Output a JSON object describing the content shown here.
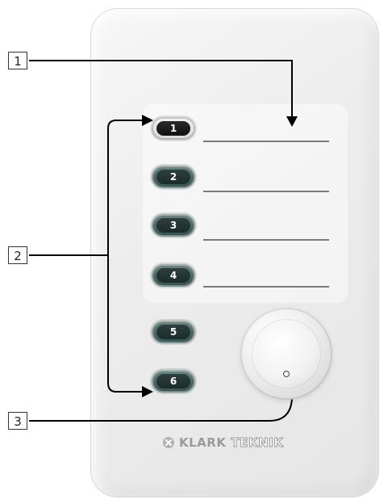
{
  "callouts": [
    {
      "label": "1"
    },
    {
      "label": "2"
    },
    {
      "label": "3"
    }
  ],
  "device": {
    "buttons": [
      {
        "label": "1",
        "state": "active"
      },
      {
        "label": "2",
        "state": "normal"
      },
      {
        "label": "3",
        "state": "normal"
      },
      {
        "label": "4",
        "state": "normal"
      },
      {
        "label": "5",
        "state": "normal"
      },
      {
        "label": "6",
        "state": "normal"
      }
    ],
    "brand": {
      "prefix": "KLARK",
      "suffix": "TEKNIK"
    }
  },
  "colors": {
    "button_teal": "#4a6664",
    "line_gray": "#7a7a7a",
    "panel": "#ededed"
  }
}
